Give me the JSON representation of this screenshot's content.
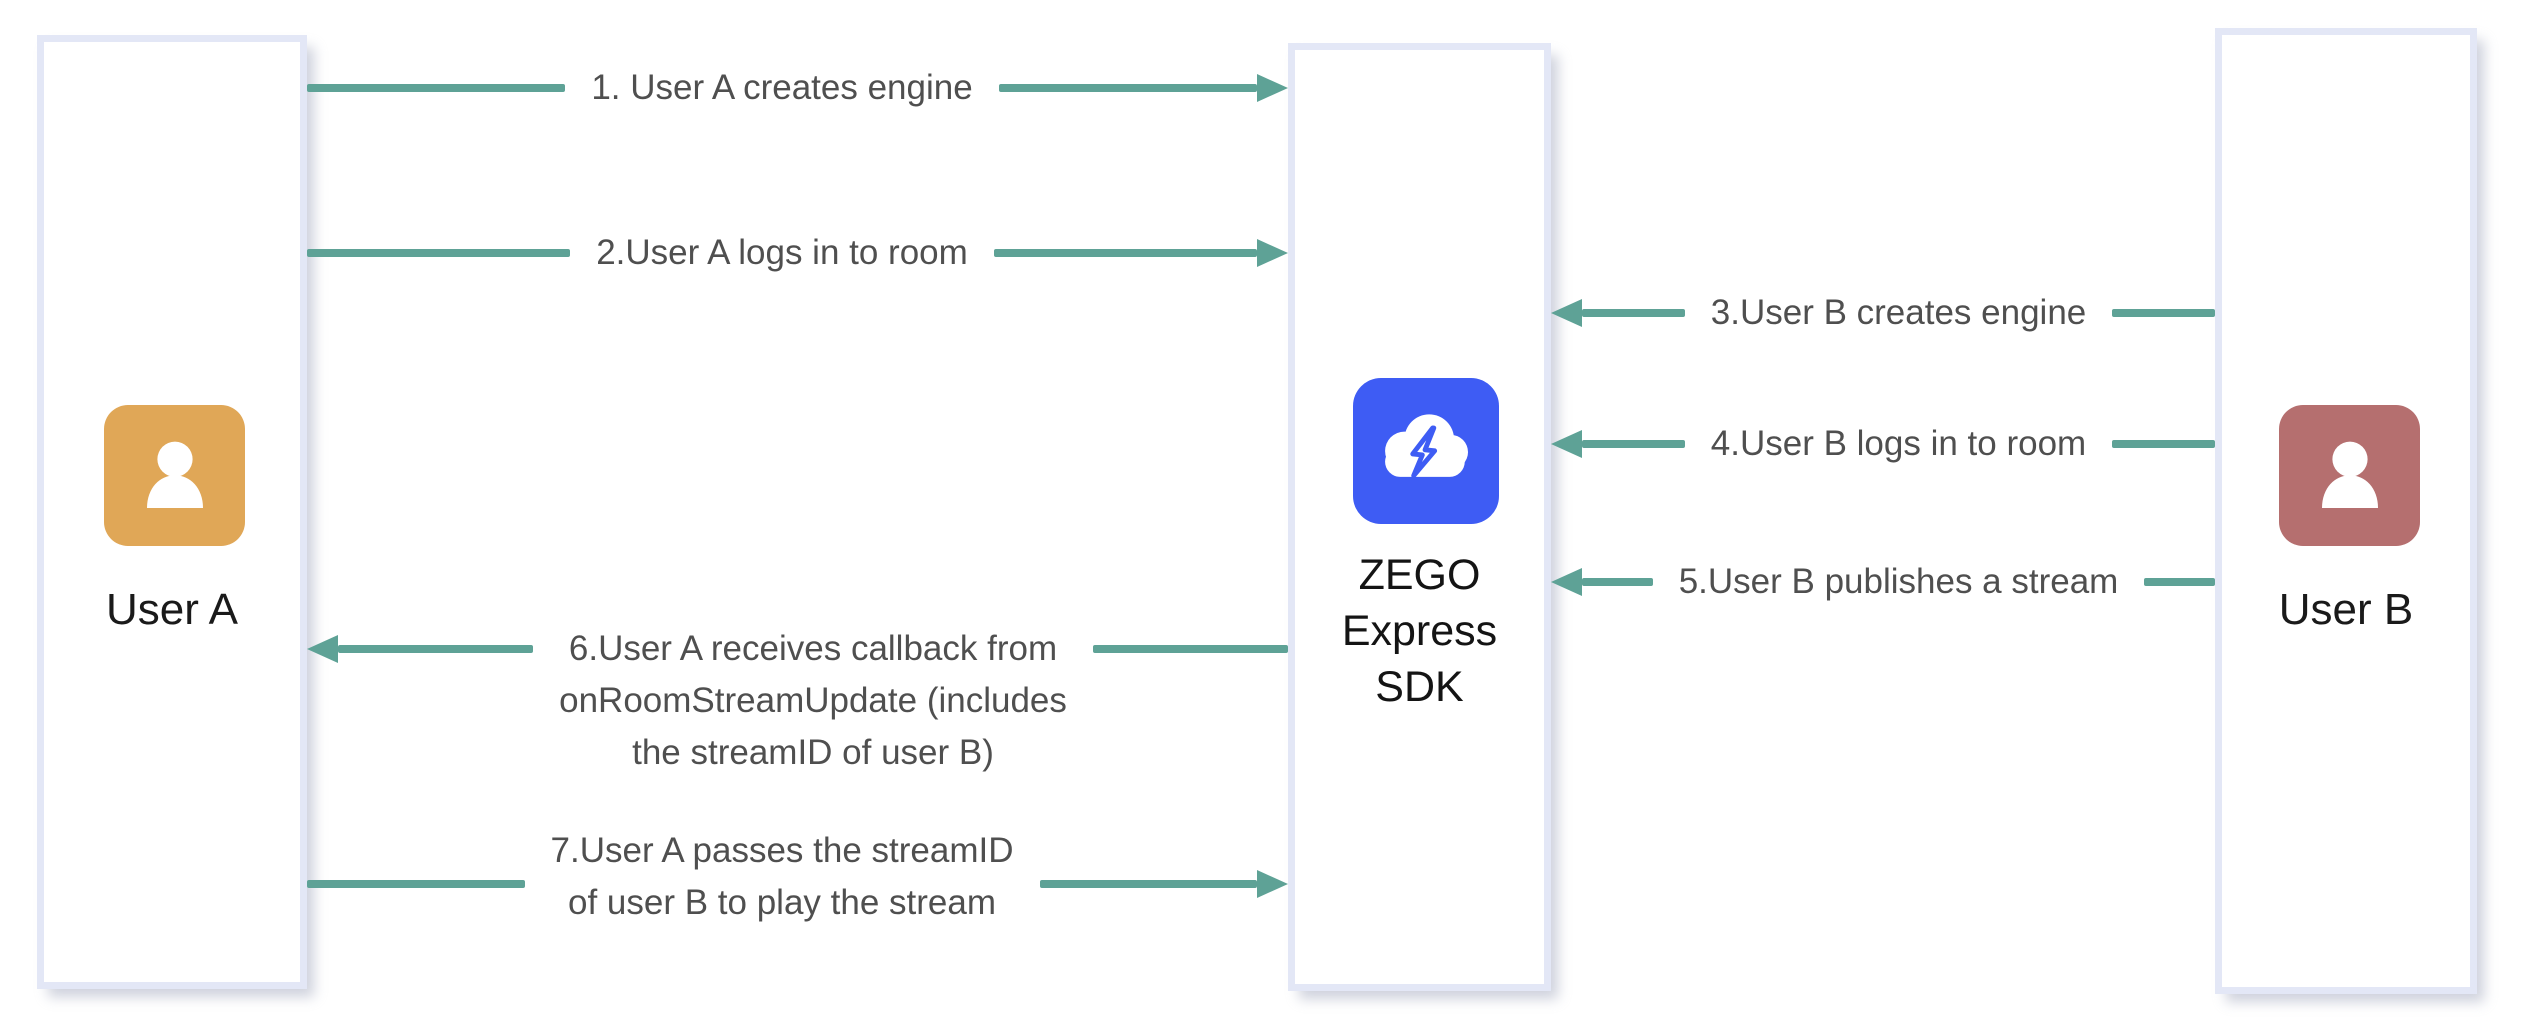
{
  "actors": {
    "user_a": {
      "label": "User A",
      "avatar_color": "#E0A757"
    },
    "sdk": {
      "lines": [
        "ZEGO",
        "Express",
        "SDK"
      ],
      "icon_color": "#3E5CF4",
      "icon": "cloud-lightning"
    },
    "user_b": {
      "label": "User B",
      "avatar_color": "#B56F6F"
    }
  },
  "arrows": [
    {
      "direction": "right",
      "from": "User A",
      "to": "ZEGO Express SDK",
      "lines": [
        "1. User A creates engine"
      ]
    },
    {
      "direction": "right",
      "from": "User A",
      "to": "ZEGO Express SDK",
      "lines": [
        "2.User A logs in to room"
      ]
    },
    {
      "direction": "left",
      "from": "User B",
      "to": "ZEGO Express SDK",
      "lines": [
        "3.User B creates engine"
      ]
    },
    {
      "direction": "left",
      "from": "User B",
      "to": "ZEGO Express SDK",
      "lines": [
        "4.User B logs in to room"
      ]
    },
    {
      "direction": "left",
      "from": "User B",
      "to": "ZEGO Express SDK",
      "lines": [
        "5.User B publishes a stream"
      ]
    },
    {
      "direction": "left",
      "from": "ZEGO Express SDK",
      "to": "User A",
      "lines": [
        "6.User A receives callback from",
        "onRoomStreamUpdate (includes",
        "the streamID of user B)"
      ]
    },
    {
      "direction": "right",
      "from": "User A",
      "to": "ZEGO Express SDK",
      "lines": [
        "7.User A passes the streamID",
        "of user B to play the stream"
      ]
    }
  ],
  "colors": {
    "background": "#FFFFFF",
    "panel_border": "#E3E7F6",
    "arrow": "#5EA296",
    "label_text": "#4F4F4F",
    "heading_text": "#1A1A1A"
  }
}
